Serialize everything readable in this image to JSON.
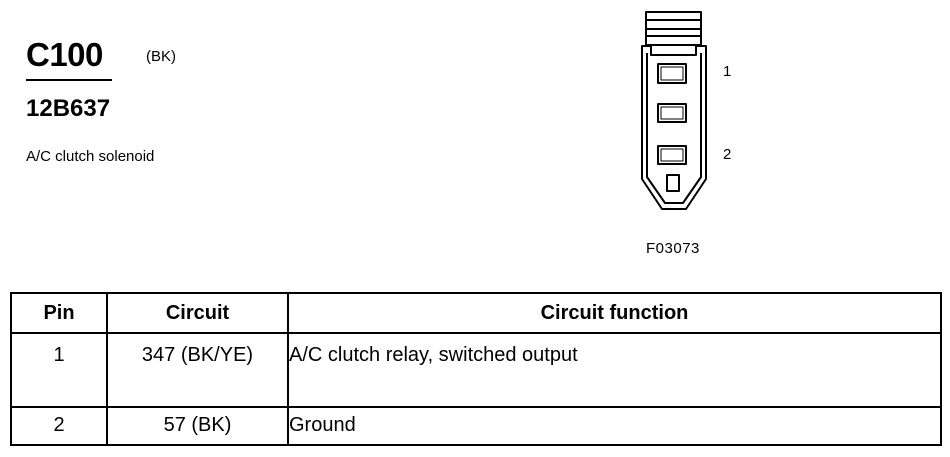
{
  "connector": {
    "id": "C100",
    "color_code": "(BK)",
    "part_number": "12B637",
    "description": "A/C clutch solenoid"
  },
  "diagram": {
    "figure_id": "F03073",
    "pin_labels": [
      "1",
      "2"
    ]
  },
  "table": {
    "headers": [
      "Pin",
      "Circuit",
      "Circuit function"
    ],
    "rows": [
      {
        "pin": "1",
        "circuit": "347 (BK/YE)",
        "function": "A/C clutch relay, switched output"
      },
      {
        "pin": "2",
        "circuit": "57 (BK)",
        "function": "Ground"
      }
    ]
  }
}
